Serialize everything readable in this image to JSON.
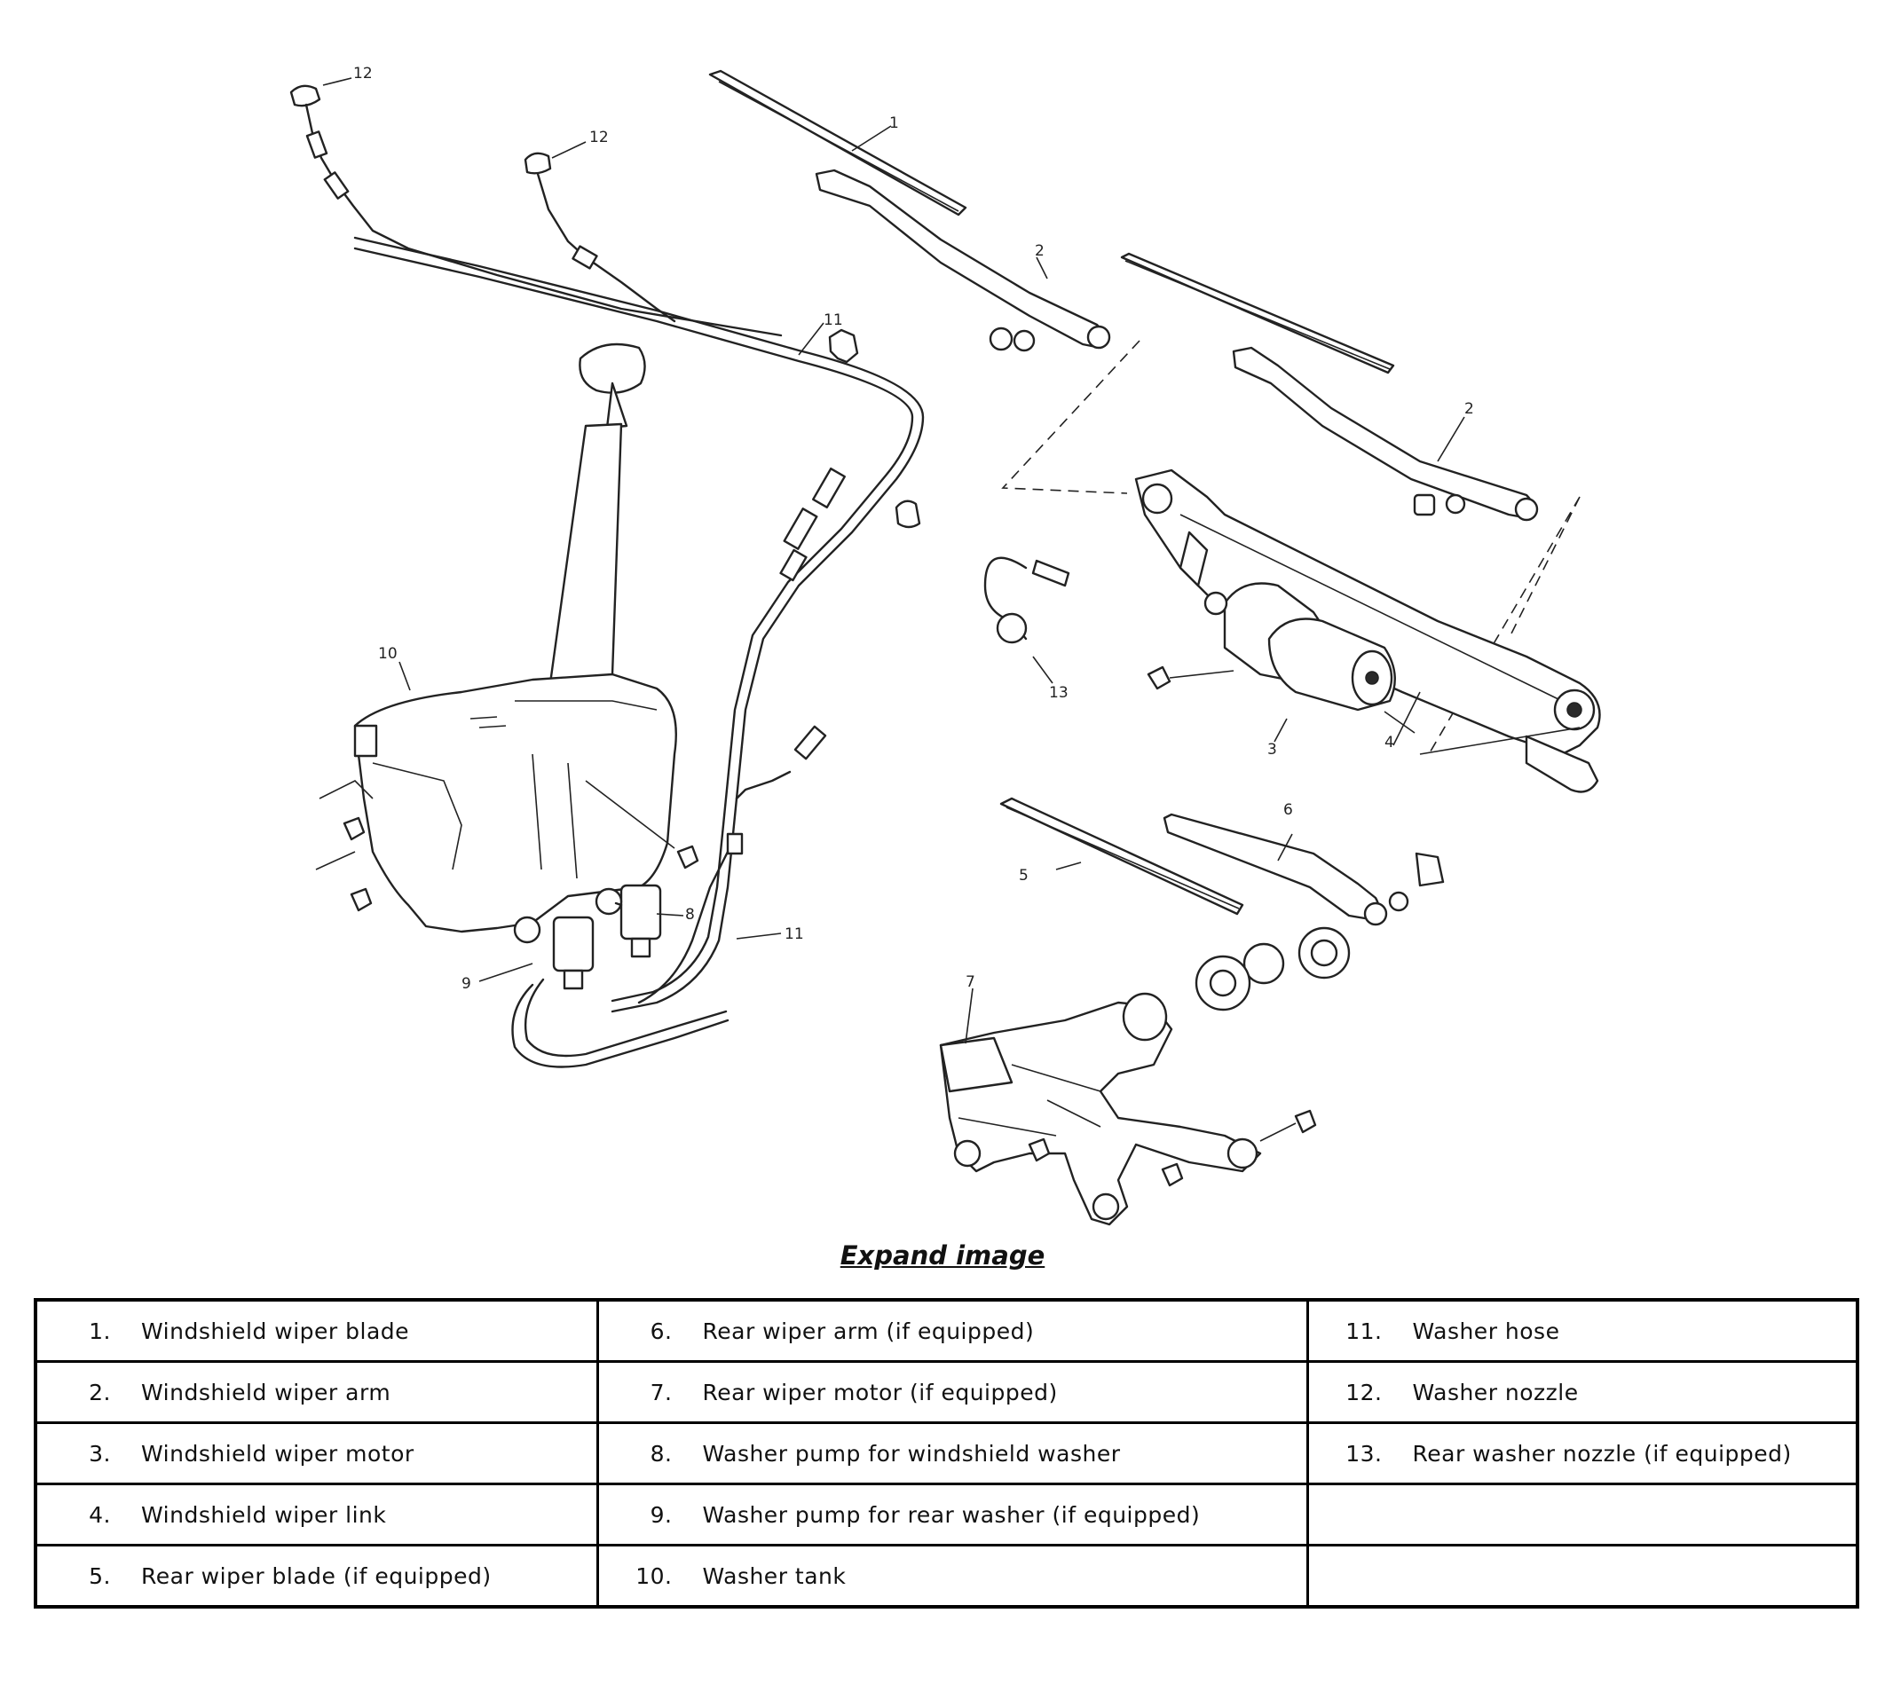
{
  "callouts": {
    "c1": "1",
    "c2a": "2",
    "c2b": "2",
    "c3": "3",
    "c4": "4",
    "c5": "5",
    "c6": "6",
    "c7": "7",
    "c8": "8",
    "c9": "9",
    "c10": "10",
    "c11a": "11",
    "c11b": "11",
    "c12a": "12",
    "c12b": "12",
    "c13": "13"
  },
  "expand_link": "Expand image",
  "legend": {
    "rows": [
      [
        {
          "num": "1.",
          "label": "Windshield wiper blade"
        },
        {
          "num": "6.",
          "label": "Rear wiper arm (if equipped)"
        },
        {
          "num": "11.",
          "label": "Washer hose"
        }
      ],
      [
        {
          "num": "2.",
          "label": "Windshield wiper arm"
        },
        {
          "num": "7.",
          "label": "Rear wiper motor (if equipped)"
        },
        {
          "num": "12.",
          "label": "Washer nozzle"
        }
      ],
      [
        {
          "num": "3.",
          "label": "Windshield wiper motor"
        },
        {
          "num": "8.",
          "label": "Washer pump for windshield washer"
        },
        {
          "num": "13.",
          "label": "Rear washer nozzle (if equipped)"
        }
      ],
      [
        {
          "num": "4.",
          "label": "Windshield wiper link"
        },
        {
          "num": "9.",
          "label": "Washer pump for rear washer (if equipped)"
        },
        {
          "num": "",
          "label": ""
        }
      ],
      [
        {
          "num": "5.",
          "label": "Rear wiper blade (if equipped)"
        },
        {
          "num": "10.",
          "label": "Washer tank"
        },
        {
          "num": "",
          "label": ""
        }
      ]
    ]
  }
}
